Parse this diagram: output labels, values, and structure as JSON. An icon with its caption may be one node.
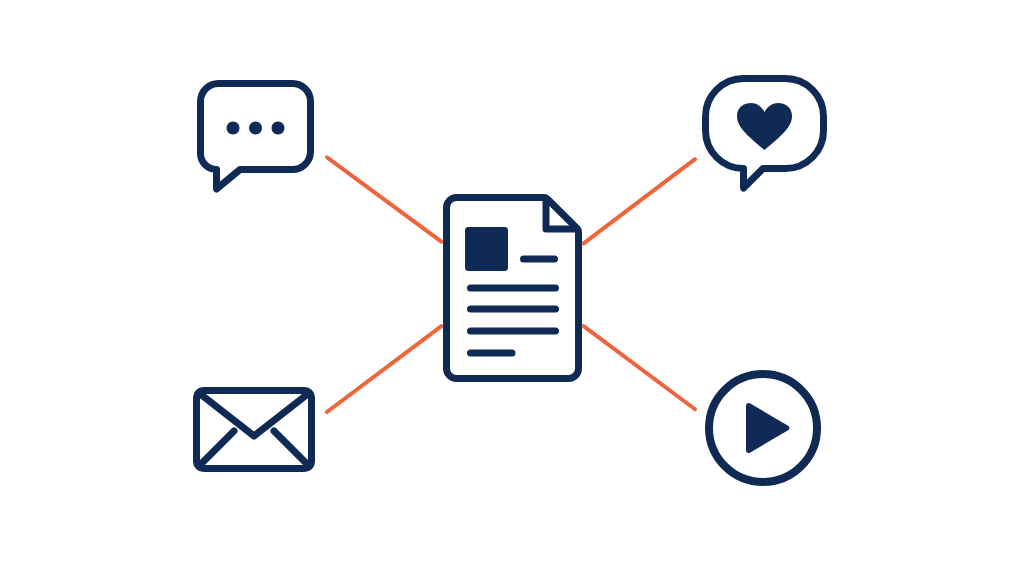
{
  "diagram": {
    "nodes": [
      {
        "text": [],
        "shape": "picture"
      },
      {
        "text": [],
        "shape": "picture"
      },
      {
        "text": [],
        "shape": "picture"
      },
      {
        "text": [],
        "shape": "picture"
      },
      {
        "text": [],
        "shape": "picture"
      }
    ],
    "edges": [
      {
        "from": 2,
        "to": 0,
        "arrow": "none"
      },
      {
        "from": 2,
        "to": 1,
        "arrow": "none"
      },
      {
        "from": 2,
        "to": 3,
        "arrow": "none"
      },
      {
        "from": 2,
        "to": 4,
        "arrow": "none"
      }
    ]
  }
}
